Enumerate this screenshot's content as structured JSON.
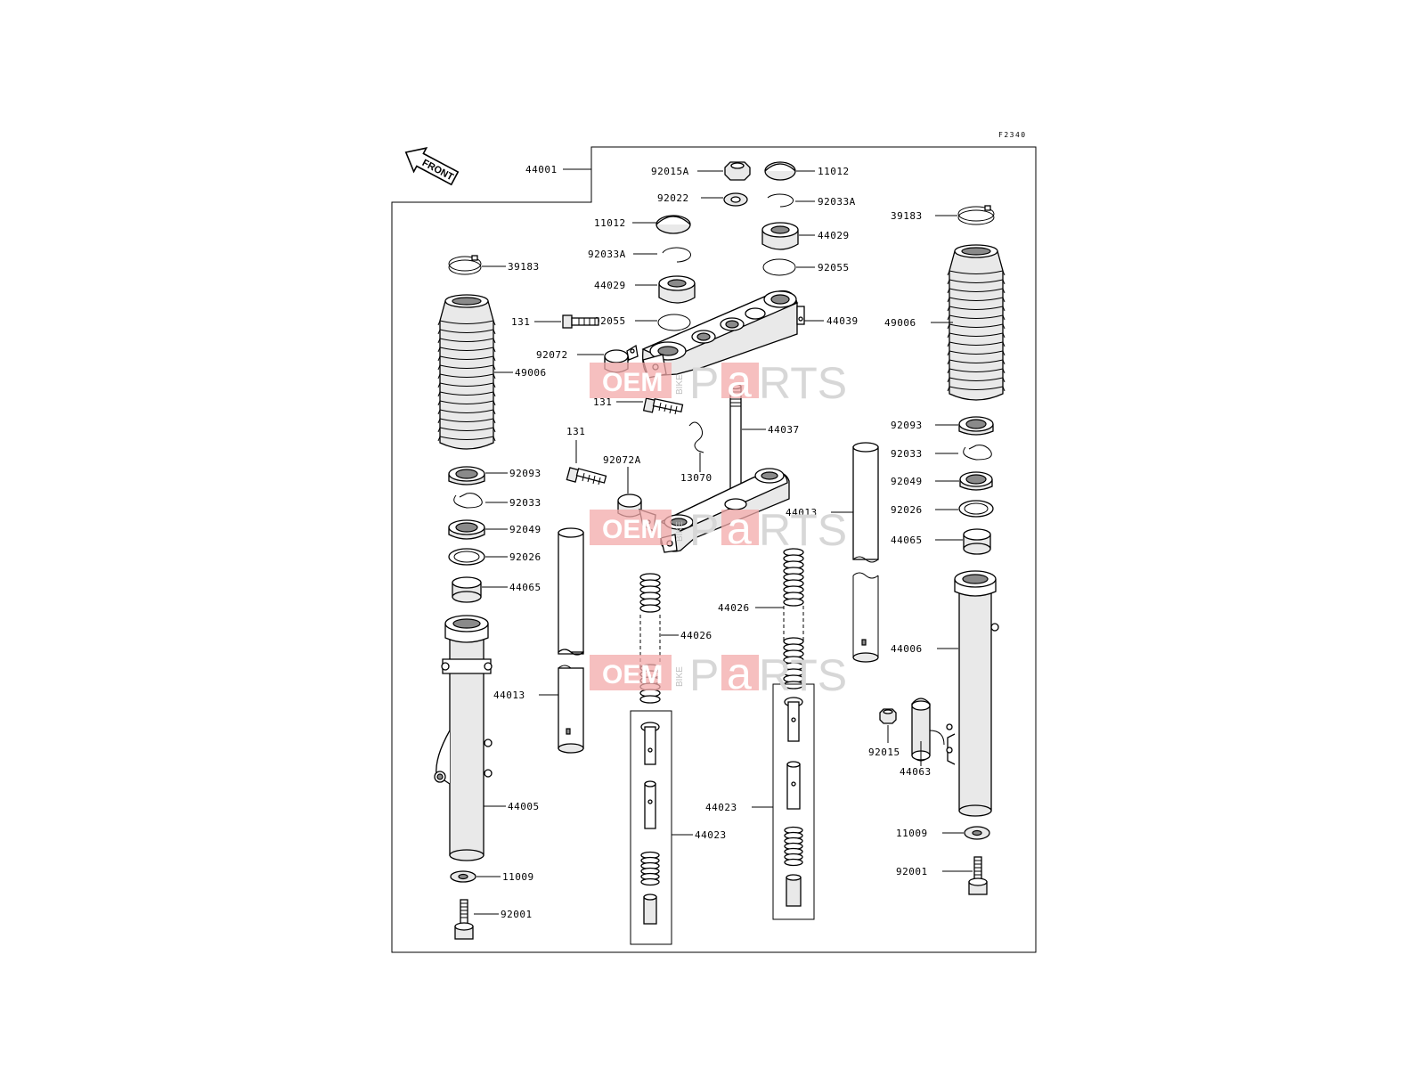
{
  "diagram": {
    "code": "F2340",
    "front_label": "FRONT",
    "watermark": {
      "oem": "OEM",
      "bike": "BIKE",
      "parts_p": "P",
      "parts_a": "a",
      "parts_rts": "RTS"
    },
    "labels": {
      "c44001": "44001",
      "c92015A": "92015A",
      "c11012a": "11012",
      "c92022": "92022",
      "c92033Aa": "92033A",
      "c11012b": "11012",
      "c92033Ab": "92033A",
      "c44029a": "44029",
      "c44029b": "44029",
      "c92055a": "92055",
      "c92055b": "92055",
      "c44039": "44039",
      "c131a": "131",
      "c131b": "131",
      "c131c": "131",
      "c92072": "92072",
      "c92072A": "92072A",
      "c44037": "44037",
      "c13070": "13070",
      "c39183L": "39183",
      "c39183R": "39183",
      "c49006L": "49006",
      "c49006R": "49006",
      "c92093L": "92093",
      "c92093R": "92093",
      "c92033L": "92033",
      "c92033R": "92033",
      "c92049L": "92049",
      "c92049R": "92049",
      "c92026L": "92026",
      "c92026R": "92026",
      "c44065L": "44065",
      "c44065R": "44065",
      "c44013L": "44013",
      "c44013R": "44013",
      "c44026L": "44026",
      "c44026R": "44026",
      "c44006": "44006",
      "c44005": "44005",
      "c44023L": "44023",
      "c44023R": "44023",
      "c92015": "92015",
      "c44063": "44063",
      "c11009L": "11009",
      "c11009R": "11009",
      "c92001L": "92001",
      "c92001R": "92001"
    }
  }
}
